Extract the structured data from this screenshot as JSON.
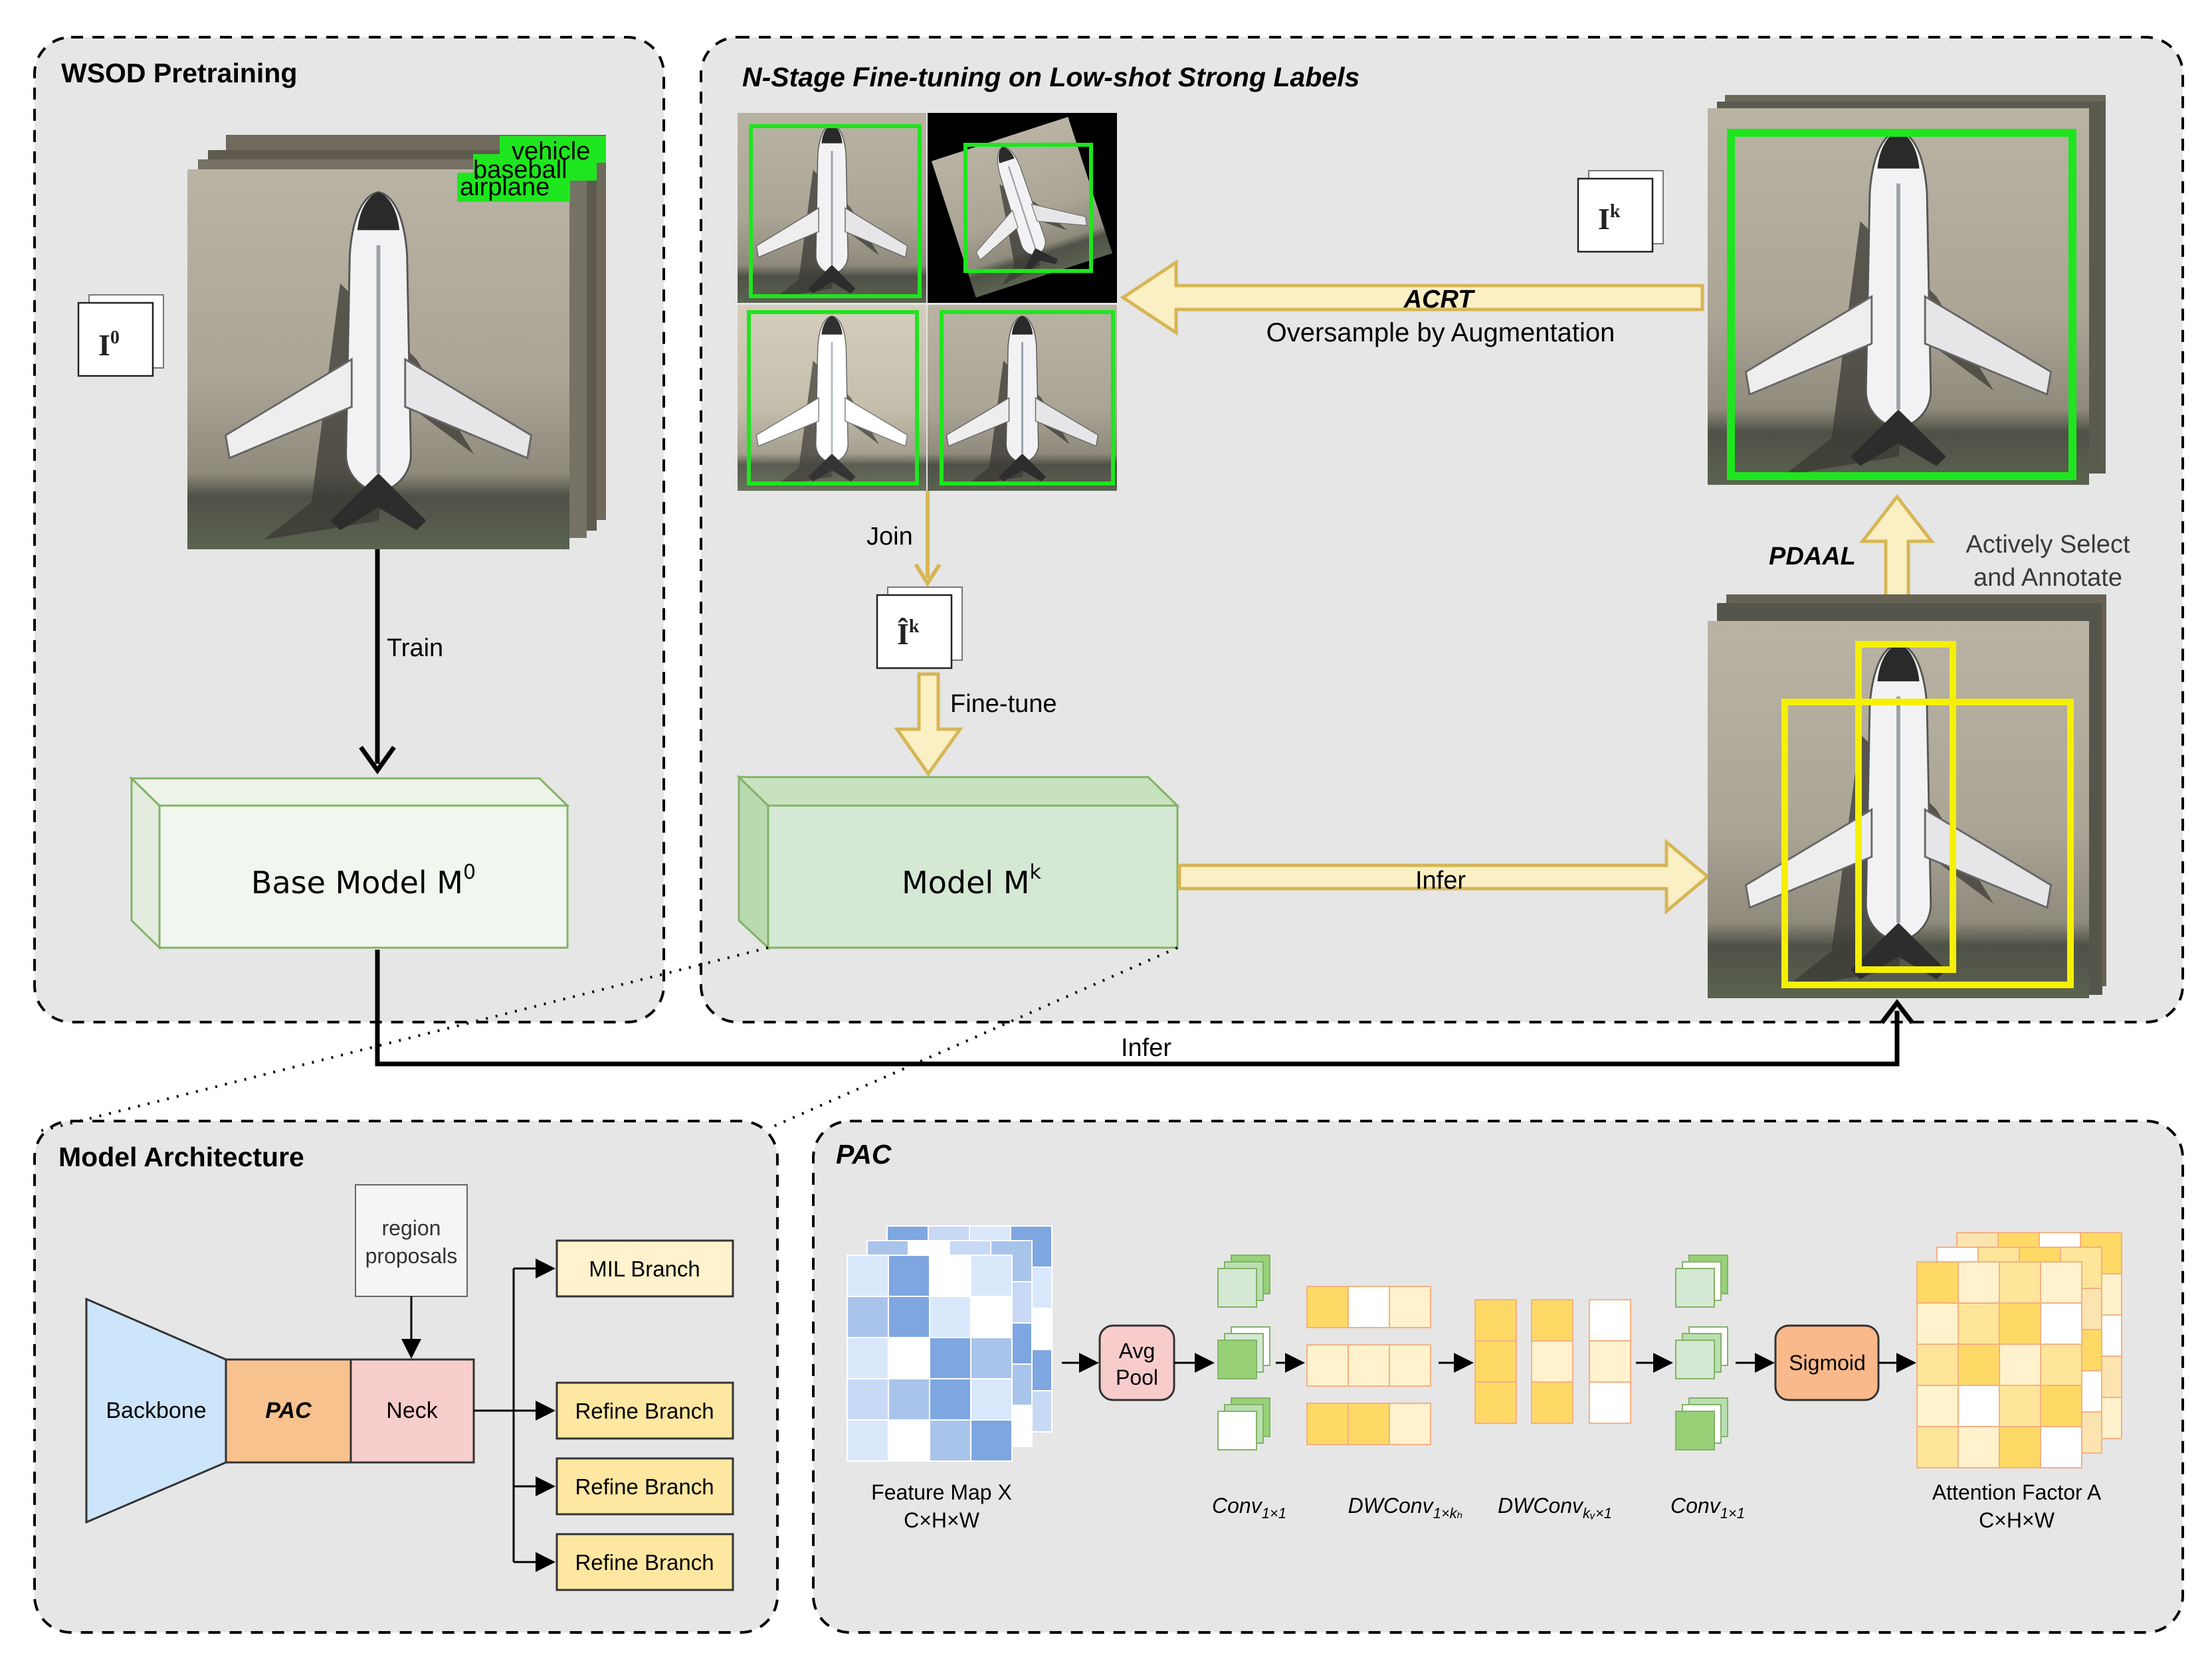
{
  "panels": {
    "wsod": {
      "title": "WSOD Pretraining"
    },
    "finetune": {
      "title": "N-Stage Fine-tuning on Low-shot Strong Labels"
    },
    "arch": {
      "title": "Model Architecture"
    },
    "pac": {
      "title": "PAC"
    }
  },
  "wsod": {
    "dataset_base": "I",
    "dataset_sup": "0",
    "tags": [
      "vehicle",
      "baseball",
      "airplane"
    ],
    "train_label": "Train",
    "base_model_text": "Base Model M",
    "base_model_sup": "0"
  },
  "finetune": {
    "acrt_label": "ACRT",
    "oversample_label": "Oversample by Augmentation",
    "join_label": "Join",
    "joined_set_base": "Î",
    "joined_set_sup": "k",
    "finetune_label": "Fine-tune",
    "model_text": "Model M",
    "model_sup": "k",
    "infer_label": "Infer",
    "pdaal_label": "PDAAL",
    "select_label_line1": "Actively Select",
    "select_label_line2": "and Annotate",
    "labeled_set_base": "I",
    "labeled_set_sup": "k"
  },
  "bottom_infer_label": "Infer",
  "arch": {
    "backbone": "Backbone",
    "pac": "PAC",
    "neck": "Neck",
    "proposals_line1": "region",
    "proposals_line2": "proposals",
    "branches": [
      "MIL Branch",
      "Refine Branch",
      "Refine Branch",
      "Refine Branch"
    ]
  },
  "pac": {
    "feature_map_line1": "Feature Map X",
    "feature_map_line2": "C×H×W",
    "avgpool_line1": "Avg",
    "avgpool_line2": "Pool",
    "conv1": "Conv",
    "conv1_sub": "1×1",
    "dwconv1": "DWConv",
    "dwconv1_sub": "1×kₕ",
    "dwconv2": "DWConv",
    "dwconv2_sub": "kᵥ×1",
    "conv2": "Conv",
    "conv2_sub": "1×1",
    "sigmoid": "Sigmoid",
    "attention_line1": "Attention Factor A",
    "attention_line2": "C×H×W"
  },
  "colors": {
    "panel_bg": "#e6e6e6",
    "gold_arrow": "#d6b656",
    "gold_fill": "#fbefc4",
    "model_green": "#d5e8d4",
    "model_green_dark": "#b9d9b1",
    "box_green": "#1ee61e",
    "box_yellow": "#f5f000",
    "backbone_blue": "#cce5fb",
    "pac_orange": "#f8c28f",
    "neck_pink": "#f8cecc",
    "branch_yellow": "#fde7a1",
    "mil_yellow": "#fff2cc",
    "sigmoid_orange": "#f9b98a",
    "avgpool_pink": "#f9cccc"
  },
  "icons": [
    "aerial-airplane-photo",
    "stacked-document-icon"
  ]
}
